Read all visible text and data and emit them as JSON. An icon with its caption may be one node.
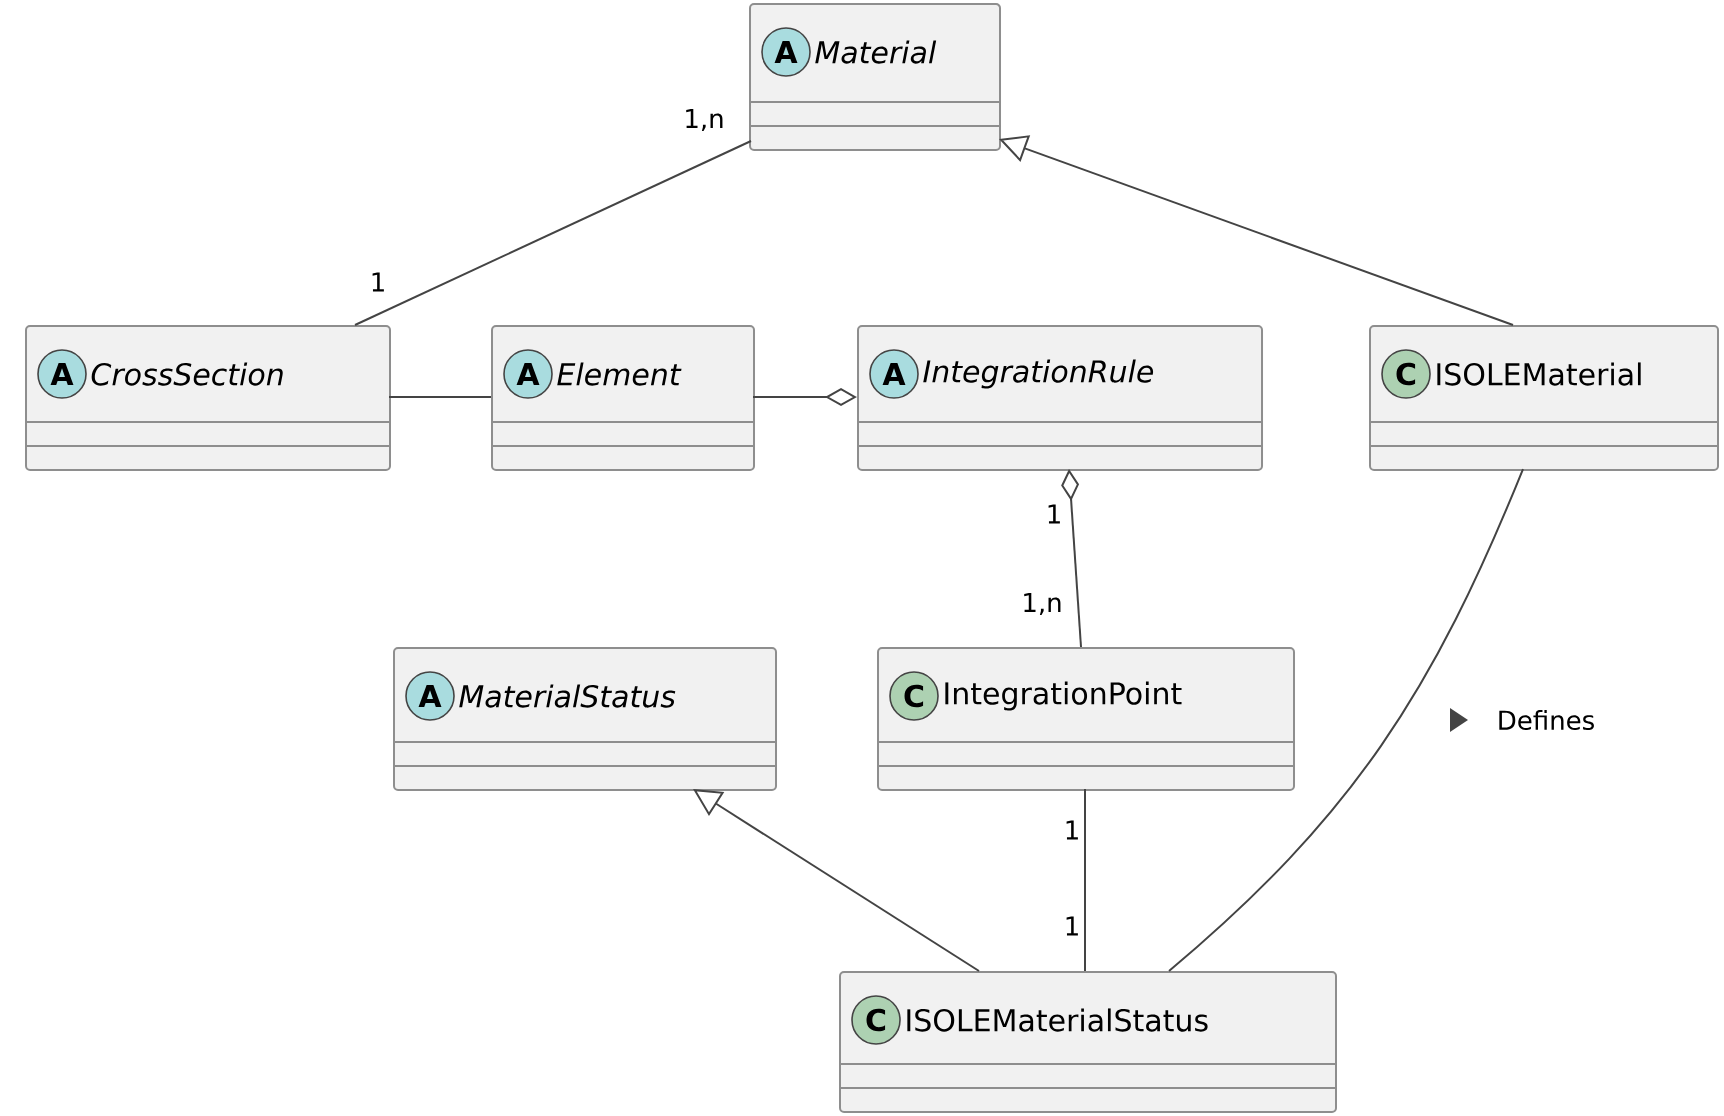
{
  "diagram": {
    "nodes": [
      {
        "text": [
          "A",
          "Material"
        ]
      },
      {
        "text": [
          "A",
          "CrossSection"
        ]
      },
      {
        "text": [
          "A",
          "Element"
        ]
      },
      {
        "text": [
          "A",
          "IntegrationRule"
        ]
      },
      {
        "text": [
          "C",
          "ISOLEMaterial"
        ]
      },
      {
        "text": [
          "A",
          "MaterialStatus"
        ]
      },
      {
        "text": [
          "C",
          "IntegrationPoint"
        ]
      },
      {
        "text": [
          "C",
          "ISOLEMaterialStatus"
        ]
      }
    ],
    "edges": [
      {
        "from": 1,
        "to": 0,
        "arrow": "none"
      },
      {
        "from": 1,
        "to": 2,
        "arrow": "none"
      },
      {
        "from": 2,
        "to": 3,
        "arrow": "other"
      },
      {
        "from": 4,
        "to": 0,
        "arrow": "to"
      },
      {
        "from": 6,
        "to": 3,
        "arrow": "other"
      },
      {
        "from": 7,
        "to": 5,
        "arrow": "to"
      },
      {
        "from": 6,
        "to": 7,
        "arrow": "none"
      },
      {
        "from": 4,
        "to": 7,
        "arrow": "none",
        "label": "Defines"
      }
    ],
    "labels": [
      "1,n",
      "1",
      "1",
      "1,n",
      "1",
      "1"
    ]
  }
}
